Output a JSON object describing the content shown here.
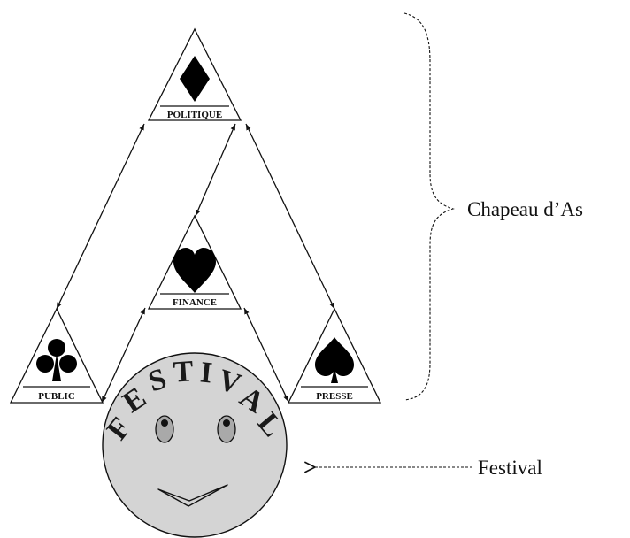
{
  "diagram": {
    "nodes": {
      "politique": {
        "label": "POLITIQUE",
        "icon": "diamond-icon"
      },
      "finance": {
        "label": "FINANCE",
        "icon": "heart-icon"
      },
      "public": {
        "label": "PUBLIC",
        "icon": "club-icon"
      },
      "presse": {
        "label": "PRESSE",
        "icon": "spade-icon"
      }
    },
    "festival": {
      "face_letters": [
        "F",
        "E",
        "S",
        "T",
        "I",
        "V",
        "A",
        "L"
      ],
      "side_label": "Festival"
    },
    "group_label": "Chapeau d’As",
    "colors": {
      "stroke": "#111111",
      "face_fill": "#d4d4d4",
      "eye_fill": "#a9a9a9"
    }
  }
}
